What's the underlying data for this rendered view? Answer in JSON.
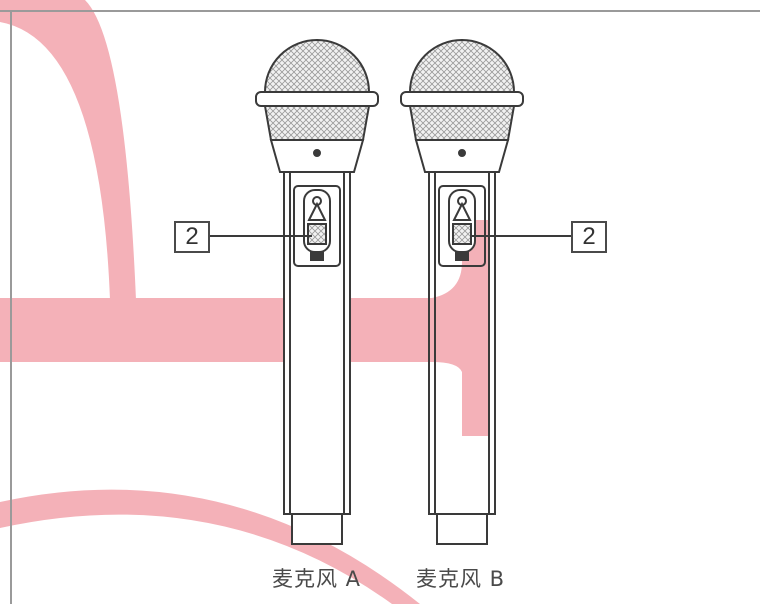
{
  "microphones": [
    {
      "caption": "麦克风 A",
      "callout": "2"
    },
    {
      "caption": "麦克风 B",
      "callout": "2"
    }
  ],
  "colors": {
    "highlight": "#f4b1b8",
    "outline": "#3a3a3a",
    "frame": "#9a9a9a"
  }
}
